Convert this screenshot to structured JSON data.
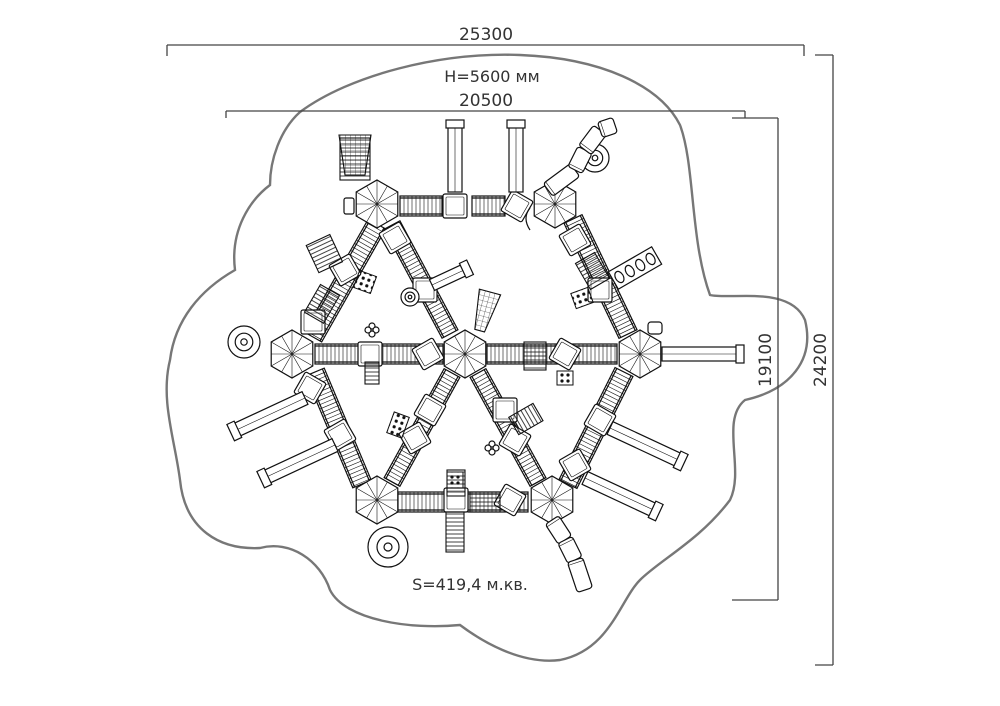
{
  "dimensions": {
    "overall_width": "25300",
    "play_width": "20500",
    "play_depth": "19100",
    "overall_depth": "24200"
  },
  "labels": {
    "height": "H=5600 мм",
    "area": "S=419,4 м.кв."
  },
  "colors": {
    "ink": "#111111",
    "zone_outline": "#777777",
    "dimension": "#444444"
  }
}
